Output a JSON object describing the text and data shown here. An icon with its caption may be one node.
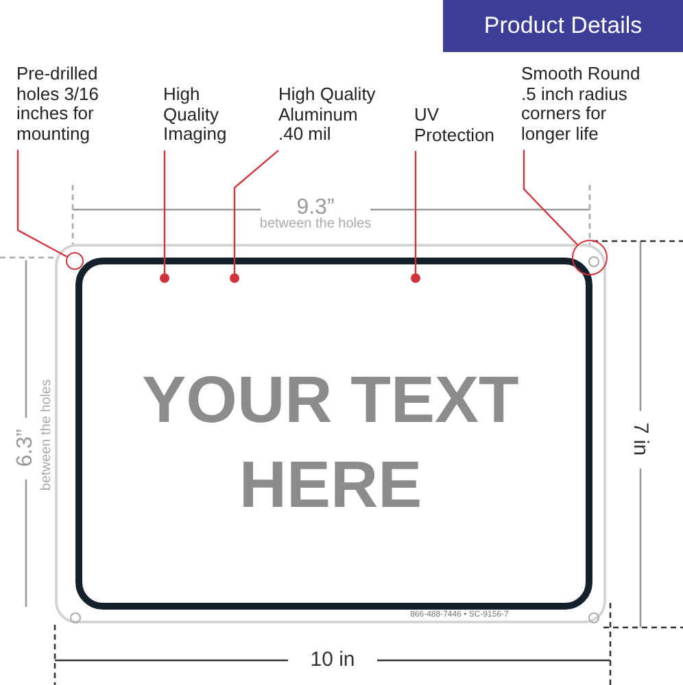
{
  "diagram": {
    "title": "Product Details",
    "nodes": [
      {
        "text": [
          "Pre-drilled holes 3/16 inches for mounting"
        ]
      },
      {
        "text": [
          "High Quality Imaging"
        ]
      },
      {
        "text": [
          "High Quality Aluminum .40 mil"
        ]
      },
      {
        "text": [
          "UV Protection"
        ]
      },
      {
        "text": [
          "Smooth Round .5 inch radius corners for longer life"
        ]
      },
      {
        "text": [
          "YOUR TEXT HERE"
        ]
      },
      {
        "text": [],
        "shape": "circle",
        "in": 5
      },
      {
        "text": [],
        "shape": "circle"
      }
    ],
    "edges": [
      {
        "from": 0,
        "to": 6,
        "arrow": "none",
        "color": "#d0343a"
      },
      {
        "from": 1,
        "to": 5,
        "arrow": "other",
        "color": "#d0343a"
      },
      {
        "from": 2,
        "to": 5,
        "arrow": "other",
        "color": "#d0343a"
      },
      {
        "from": 3,
        "to": 5,
        "arrow": "other",
        "color": "#d0343a"
      },
      {
        "from": 4,
        "to": 7,
        "arrow": "none",
        "color": "#d0343a"
      }
    ],
    "labels": [
      "9.3”",
      "between the holes",
      "6.3”",
      "between the holes",
      "7 in",
      "10 in",
      "866-488-7446 • SC-9156-7"
    ]
  }
}
